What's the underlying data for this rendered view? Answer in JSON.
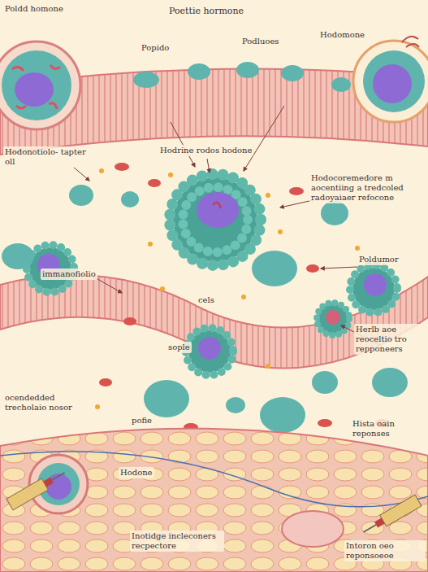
{
  "diagram": {
    "title": "Poettie hormone",
    "labels": [
      "Poldd homone",
      "Popido",
      "Podluoes",
      "Hodomone",
      "Hodonotiolo- tapter oll",
      "Hodrine rodos hodone",
      "Hodocoremedore m aocentiing a tredcoled radoyaiaer refocone",
      "Poldumor",
      "immanofiolio",
      "cels",
      "sople",
      "Herlb aoe reoceltio tro repponeers",
      "Hista oain reponses",
      "ocendedded trecholaio nosor",
      "pofie",
      "Hodone",
      "Inotidge incleconers recpectore",
      "Intoron oeo reponsoeoe"
    ]
  }
}
